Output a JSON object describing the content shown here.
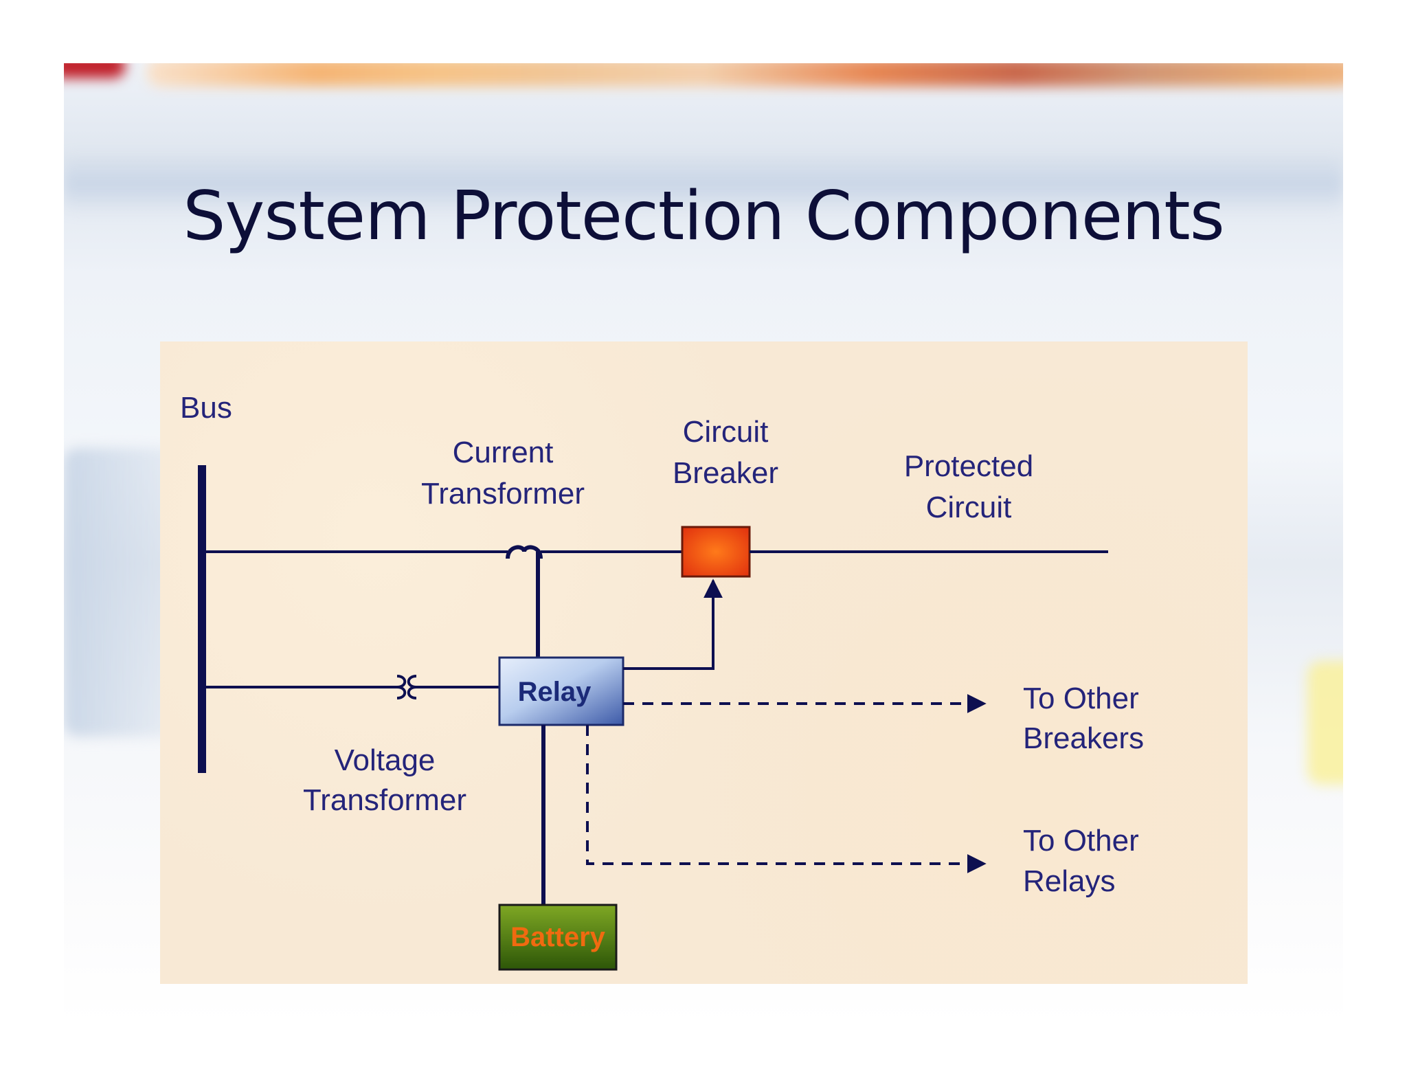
{
  "slide": {
    "title": "System Protection Components"
  },
  "diagram": {
    "labels": {
      "bus": "Bus",
      "current_transformer": [
        "Current",
        "Transformer"
      ],
      "circuit_breaker": [
        "Circuit",
        "Breaker"
      ],
      "protected_circuit": [
        "Protected",
        "Circuit"
      ],
      "voltage_transformer": [
        "Voltage",
        "Transformer"
      ],
      "to_other_breakers": [
        "To Other",
        "Breakers"
      ],
      "to_other_relays": [
        "To Other",
        "Relays"
      ]
    },
    "boxes": {
      "relay": "Relay",
      "battery": "Battery"
    },
    "colors": {
      "line": "#0d0f50",
      "label_text": "#24247a",
      "breaker_fill": "#f04a12",
      "relay_fill_light": "#dfeaf8",
      "relay_fill_dark": "#5067b0",
      "battery_fill_light": "#7aa020",
      "battery_fill_dark": "#2f5a0a",
      "battery_text": "#f06a10",
      "panel_background": "#f8e9d5",
      "title_text": "#0d0f38"
    }
  }
}
